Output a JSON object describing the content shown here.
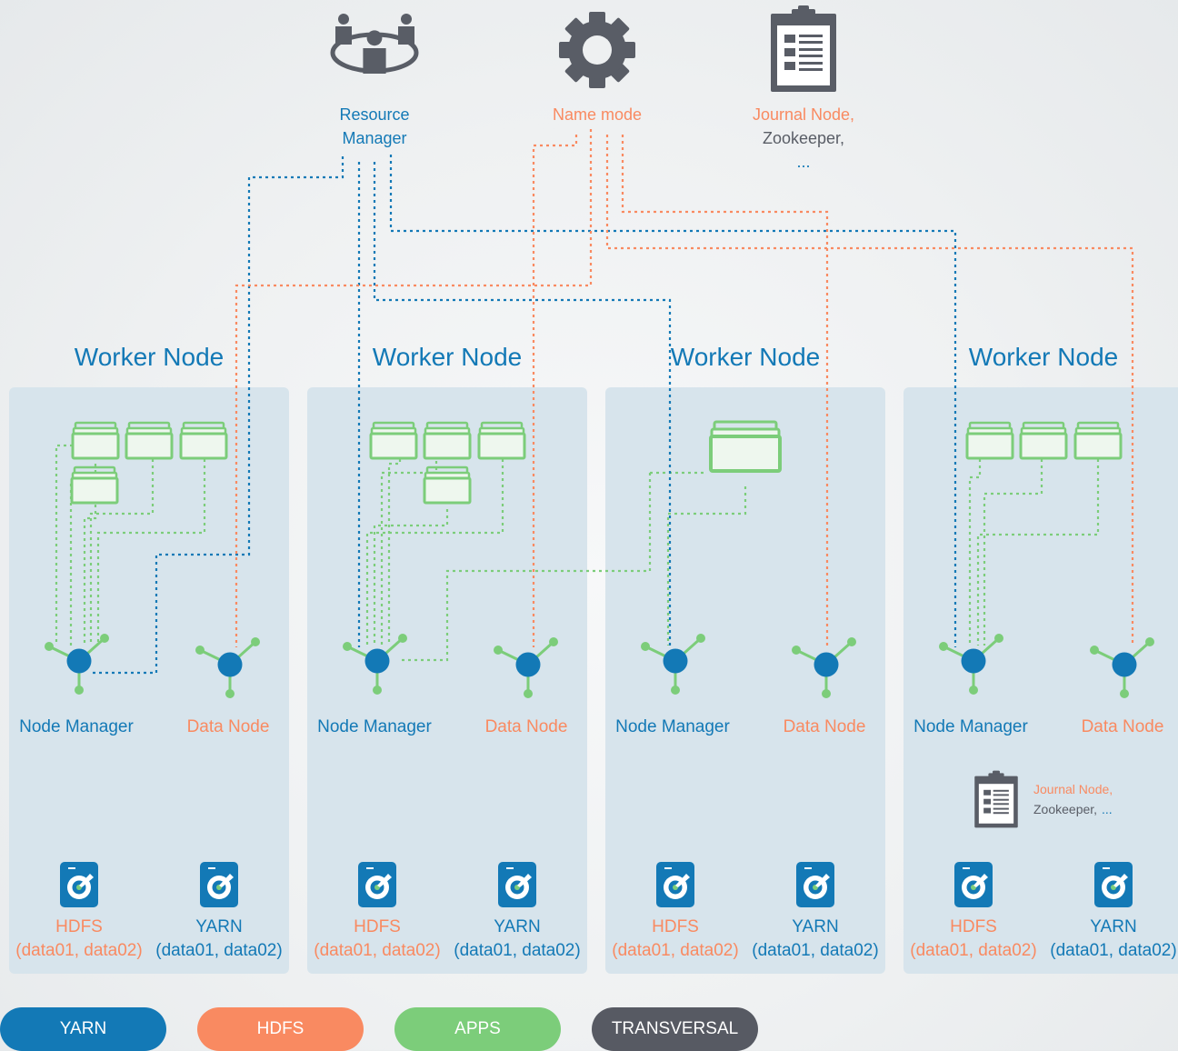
{
  "colors": {
    "yarn": "#1379b6",
    "hdfs": "#f98a61",
    "apps": "#7ccd7a",
    "transversal": "#575a63",
    "panel": "#d7e4ec",
    "icon_gray": "#595d66"
  },
  "top": {
    "resource_manager": {
      "line1": "Resource",
      "line2": "Manager",
      "icon": "users-group-icon"
    },
    "name_node": {
      "label": "Name mode",
      "icon": "gear-icon"
    },
    "journal": {
      "line1": "Journal Node,",
      "line2": "Zookeeper,",
      "line3": "...",
      "icon": "clipboard-icon"
    }
  },
  "workers": [
    {
      "title": "Worker Node",
      "node_manager": "Node Manager",
      "data_node": "Data Node",
      "hdfs_disk": {
        "title": "HDFS",
        "sub": "(data01, data02)"
      },
      "yarn_disk": {
        "title": "YARN",
        "sub": "(data01, data02)"
      }
    },
    {
      "title": "Worker Node",
      "node_manager": "Node Manager",
      "data_node": "Data Node",
      "hdfs_disk": {
        "title": "HDFS",
        "sub": "(data01, data02)"
      },
      "yarn_disk": {
        "title": "YARN",
        "sub": "(data01, data02)"
      }
    },
    {
      "title": "Worker Node",
      "node_manager": "Node Manager",
      "data_node": "Data Node",
      "hdfs_disk": {
        "title": "HDFS",
        "sub": "(data01, data02)"
      },
      "yarn_disk": {
        "title": "YARN",
        "sub": "(data01, data02)"
      }
    },
    {
      "title": "Worker Node",
      "node_manager": "Node Manager",
      "data_node": "Data Node",
      "hdfs_disk": {
        "title": "HDFS",
        "sub": "(data01, data02)"
      },
      "yarn_disk": {
        "title": "YARN",
        "sub": "(data01, data02)"
      },
      "journal": {
        "line1": "Journal Node,",
        "line2": "Zookeeper,",
        "line3": "..."
      }
    }
  ],
  "legend": {
    "yarn": "YARN",
    "hdfs": "HDFS",
    "apps": "APPS",
    "transversal": "TRANSVERSAL"
  }
}
